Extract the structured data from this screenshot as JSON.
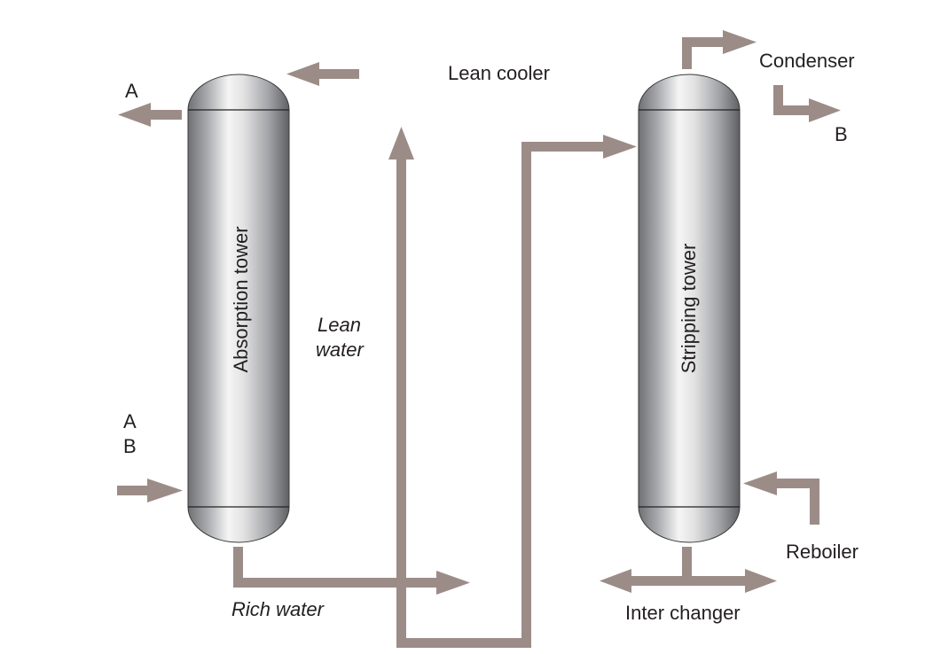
{
  "diagram": {
    "towers": {
      "absorption": {
        "label": "Absorption tower"
      },
      "stripping": {
        "label": "Stripping tower"
      }
    },
    "labels": {
      "top_left_output": "A",
      "bottom_left_input_a": "A",
      "bottom_left_input_b": "B",
      "lean_cooler": "Lean cooler",
      "lean_water_line1": "Lean",
      "lean_water_line2": "water",
      "rich_water": "Rich water",
      "condenser": "Condenser",
      "condenser_output": "B",
      "reboiler": "Reboiler",
      "inter_changer": "Inter changer"
    },
    "colors": {
      "pipe": "#9c8c88",
      "text": "#231f20",
      "tower_dark": "#6d6e71",
      "tower_light": "#f4f4f4"
    }
  }
}
